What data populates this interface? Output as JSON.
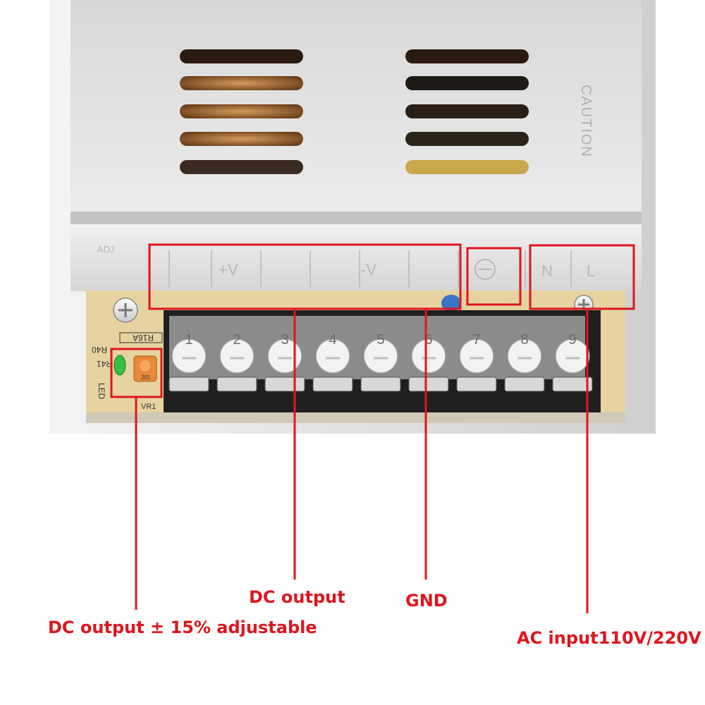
{
  "terminals": [
    "1",
    "2",
    "3",
    "4",
    "5",
    "6",
    "7",
    "8",
    "9"
  ],
  "case_markings": {
    "adj": "ADJ",
    "plus_v": "+V",
    "minus_v": "-V",
    "n": "N",
    "l": "L",
    "caution": "CAUTION"
  },
  "pcb_markings": {
    "r16a": "R16A",
    "r40": "R40",
    "r41": "R41",
    "led": "LED",
    "vr1": "VR1",
    "pot_value": "201"
  },
  "annotations": {
    "adjustable": "DC output ± 15% adjustable",
    "dc_output": "DC output",
    "gnd": "GND",
    "ac_input": "AC input110V/220V"
  },
  "colors": {
    "annotation": "#e0141e",
    "case": "#dcdcdc",
    "pcb": "#e6d3a0",
    "terminal_block": "#1f1f1f",
    "led": "#35c040",
    "potentiometer": "#e88a38"
  }
}
